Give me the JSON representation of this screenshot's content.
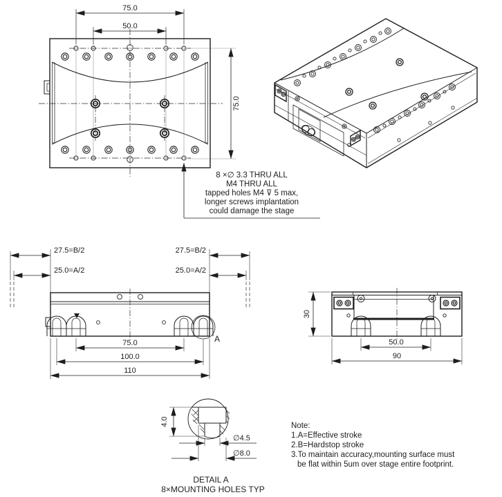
{
  "colors": {
    "line": "#1d1d1d",
    "extension": "#8f8f8f",
    "background": "#ffffff"
  },
  "top_view": {
    "dim_width_75": "75.0",
    "dim_width_50": "50.0",
    "dim_height_75": "75.0",
    "callout_line1": "8 ×∅ 3.3 THRU ALL",
    "callout_line2": "M4 THRU ALL",
    "callout_line3": "tapped holes M4 ⊽ 5 max,",
    "callout_line4": "longer screws implantation",
    "callout_line5": "could damage the stage"
  },
  "front_view": {
    "dim_b_left": "27.5=B/2",
    "dim_b_right": "27.5=B/2",
    "dim_a_left": "25.0=A/2",
    "dim_a_right": "25.0=A/2",
    "dim_75": "75.0",
    "dim_100": "100.0",
    "dim_110": "110",
    "detail_marker": "A"
  },
  "side_view": {
    "dim_30": "30",
    "dim_50": "50.0",
    "dim_90": "90"
  },
  "detail_a": {
    "dim_depth": "4.0",
    "dim_dia_45": "∅4.5",
    "dim_dia_80": "∅8.0",
    "title": "DETAIL A",
    "subtitle": "8×MOUNTING HOLES TYP"
  },
  "notes": {
    "title": "Note:",
    "line1": "1.A=Effective stroke",
    "line2": "2.B=Hardstop stroke",
    "line3": "3.To maintain accuracy,mounting surface must",
    "line4": "be flat within 5um over stage entire footprint."
  }
}
